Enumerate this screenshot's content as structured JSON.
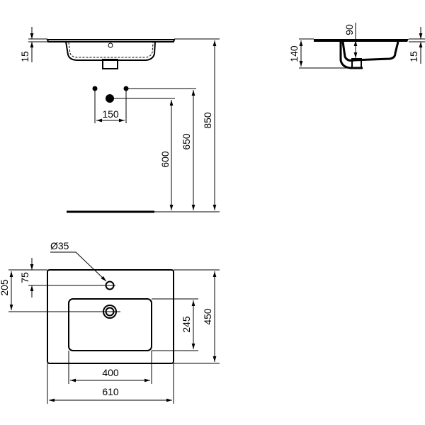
{
  "drawing": {
    "front_view": {
      "rim_thickness": "15",
      "tap_spacing": "150",
      "waste_height": "600",
      "tap_height": "650",
      "rim_height": "850"
    },
    "side_view": {
      "bowl_depth": "90",
      "overall_depth": "140",
      "rim_thickness": "15"
    },
    "top_view": {
      "tap_hole_diameter": "Ø35",
      "tap_hole_offset": "75",
      "waste_offset": "205",
      "bowl_length": "245",
      "overall_depth": "450",
      "bowl_width": "400",
      "overall_width": "610"
    }
  }
}
